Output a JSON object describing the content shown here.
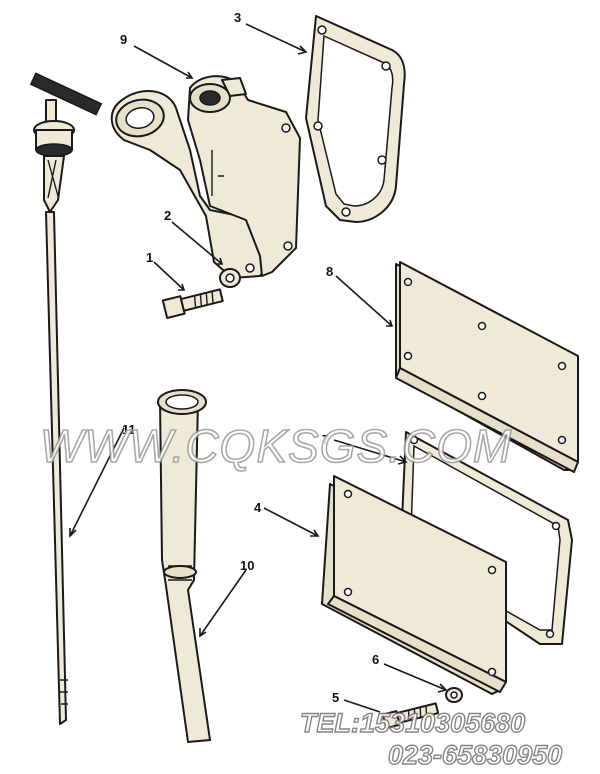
{
  "callouts": [
    {
      "id": "1",
      "label": "1"
    },
    {
      "id": "2",
      "label": "2"
    },
    {
      "id": "3",
      "label": "3"
    },
    {
      "id": "4",
      "label": "4"
    },
    {
      "id": "5",
      "label": "5"
    },
    {
      "id": "6",
      "label": "6"
    },
    {
      "id": "7",
      "label": "7"
    },
    {
      "id": "8",
      "label": "8"
    },
    {
      "id": "9",
      "label": "9"
    },
    {
      "id": "10",
      "label": "10"
    },
    {
      "id": "11",
      "label": "11"
    }
  ],
  "watermark": {
    "site": "WWW.CQKSGS.COM",
    "tel": "TEL:15310305680",
    "phone": "023-65830950"
  }
}
